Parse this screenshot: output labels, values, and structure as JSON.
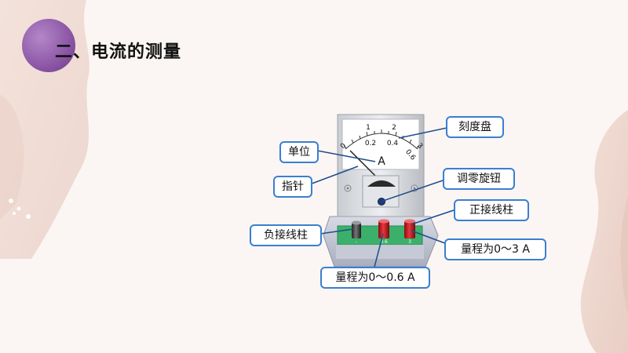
{
  "slide": {
    "title": "二、电流的测量"
  },
  "ammeter": {
    "unit_symbol": "A",
    "scale_top": [
      "0",
      "1",
      "2",
      "3"
    ],
    "scale_bottom": [
      "0.2",
      "0.4",
      "0.6"
    ],
    "terminal_marks": [
      "-",
      "0.6",
      "3"
    ]
  },
  "labels": {
    "dial": "刻度盘",
    "unit": "单位",
    "zero_knob": "调零旋钮",
    "pointer": "指针",
    "positive_terminal": "正接线柱",
    "negative_terminal": "负接线柱",
    "range_3a": "量程为0～3 A",
    "range_06a": "量程为0～0.6 A"
  },
  "colors": {
    "accent": "#3a7fd0",
    "bullet": "#8f5aa8",
    "terminal_red": "#c8181e",
    "base_green": "#3bb06a"
  }
}
